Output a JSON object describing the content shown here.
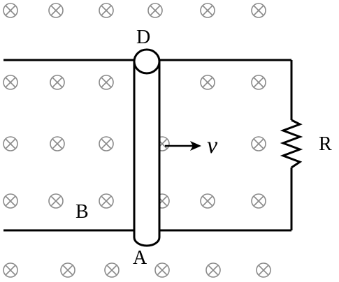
{
  "labels": {
    "top_end": "D",
    "bottom_end": "A",
    "field": "B",
    "resistor": "R",
    "velocity": "v"
  },
  "symbols": {
    "field_marker": "field-into-page-icon",
    "resistor": "resistor-zigzag-icon"
  }
}
